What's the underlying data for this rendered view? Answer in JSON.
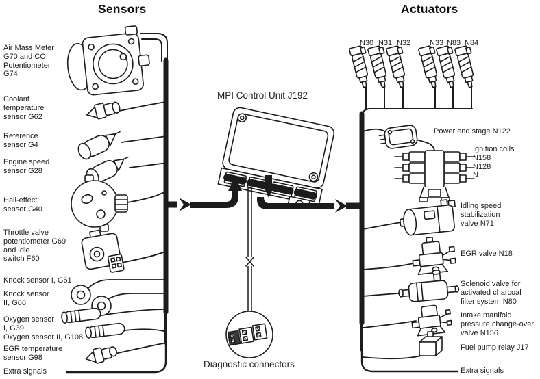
{
  "headings": {
    "left": "Sensors",
    "right": "Actuators"
  },
  "control_unit": {
    "label": "MPI Control Unit J192"
  },
  "diagnostics": {
    "label": "Diagnostic connectors"
  },
  "sensors": [
    {
      "id": "air-mass-meter",
      "label": "Air Mass Meter\nG70 and CO\nPotentiometer\nG74"
    },
    {
      "id": "coolant-temp-sensor",
      "label": "Coolant\ntemperature\nsensor G62"
    },
    {
      "id": "reference-sensor",
      "label": "Reference\nsensor G4"
    },
    {
      "id": "engine-speed-sensor",
      "label": "Engine speed\nsensor G28"
    },
    {
      "id": "hall-effect-sensor",
      "label": "Hall-effect\nsensor G40"
    },
    {
      "id": "throttle-potentiometer",
      "label": "Throttle valve\npotentiometer G69\nand idle\nswitch F60"
    },
    {
      "id": "knock-sensor-1",
      "label": "Knock sensor I, G61"
    },
    {
      "id": "knock-sensor-2",
      "label": "Knock sensor\nII, G66"
    },
    {
      "id": "oxygen-sensor-1",
      "label": "Oxygen sensor\nI, G39"
    },
    {
      "id": "oxygen-sensor-2",
      "label": "Oxygen sensor II, G108"
    },
    {
      "id": "egr-temp-sensor",
      "label": "EGR temperature\nsensor G98"
    },
    {
      "id": "extra-signals-left",
      "label": "Extra signals"
    }
  ],
  "actuators": {
    "injectors": [
      "N30",
      "N31",
      "N32",
      "N33",
      "N83",
      "N84"
    ],
    "items": [
      {
        "id": "power-end-stage",
        "label": "Power end stage N122"
      },
      {
        "id": "ignition-coils",
        "label": "Ignition coils\nN158\nN128\nN"
      },
      {
        "id": "idling-valve",
        "label": "Idling speed\nstabilization\nvalve N71"
      },
      {
        "id": "egr-valve",
        "label": "EGR valve N18"
      },
      {
        "id": "charcoal-valve",
        "label": "Solenoid valve for\nactivated charcoal\nfilter system N80"
      },
      {
        "id": "intake-valve",
        "label": "Intake manifold\npressure change-over\nvalve N156"
      },
      {
        "id": "fuel-pump-relay",
        "label": "Fuel pump relay J17"
      },
      {
        "id": "extra-signals-right",
        "label": "Extra signals"
      }
    ]
  },
  "colors": {
    "ink": "#1c1c1c",
    "background": "#ffffff"
  }
}
